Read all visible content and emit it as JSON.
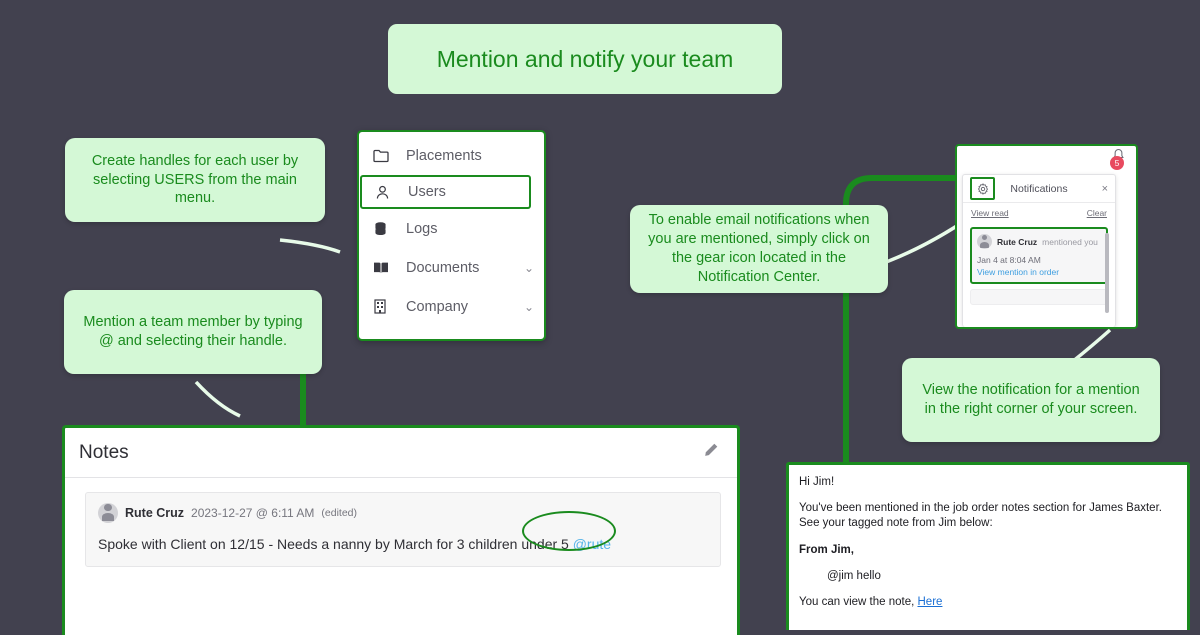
{
  "page": {
    "title": "Mention and notify your team",
    "background_color": "#42414f",
    "accent_green": "#1a8b1e",
    "callout_bg": "#d4f8d6"
  },
  "callouts": [
    {
      "id": "users-menu",
      "text": "Create handles for each user by selecting USERS from the main menu."
    },
    {
      "id": "mention-handle",
      "text": "Mention a team member by typing @ and selecting their handle."
    },
    {
      "id": "gear-email",
      "text": "To enable email notifications when you are mentioned, simply click on the gear icon located in the Notification Center."
    },
    {
      "id": "view-notification",
      "text": "View the notification for a mention in the right corner of your screen."
    }
  ],
  "menu": {
    "items": [
      {
        "label": "Placements",
        "icon": "folder-icon",
        "selected": false,
        "chevron": ""
      },
      {
        "label": "Users",
        "icon": "user-icon",
        "selected": true,
        "chevron": ""
      },
      {
        "label": "Logs",
        "icon": "database-icon",
        "selected": false,
        "chevron": ""
      },
      {
        "label": "Documents",
        "icon": "book-icon",
        "selected": false,
        "chevron": "⌄"
      },
      {
        "label": "Company",
        "icon": "building-icon",
        "selected": false,
        "chevron": "⌄"
      }
    ]
  },
  "notes": {
    "header_title": "Notes",
    "edit_icon": "pencil-icon",
    "note": {
      "author": "Rute Cruz",
      "timestamp": "2023-12-27 @ 6:11 AM",
      "edited_tag": "(edited)",
      "body_before": "Spoke with Client on 12/15 - Needs a nanny by March for 3 children under 5 ",
      "mention": "@rute"
    }
  },
  "notifications": {
    "bell_icon": "bell-icon",
    "badge_count": "5",
    "gear_icon": "gear-icon",
    "panel_title": "Notifications",
    "close_icon": "×",
    "view_read_label": "View read",
    "clear_label": "Clear",
    "items": [
      {
        "author": "Rute Cruz",
        "action": "mentioned you",
        "time": "Jan 4 at 8:04 AM",
        "link": "View mention in order",
        "highlighted": true
      }
    ]
  },
  "email": {
    "greeting": "Hi Jim!",
    "body": "You've been mentioned in the job order notes section for James Baxter. See your tagged note from Jim below:",
    "from_label": "From Jim,",
    "quoted_note": "@jim hello",
    "footer_before": "You can view the note, ",
    "footer_link": "Here"
  }
}
